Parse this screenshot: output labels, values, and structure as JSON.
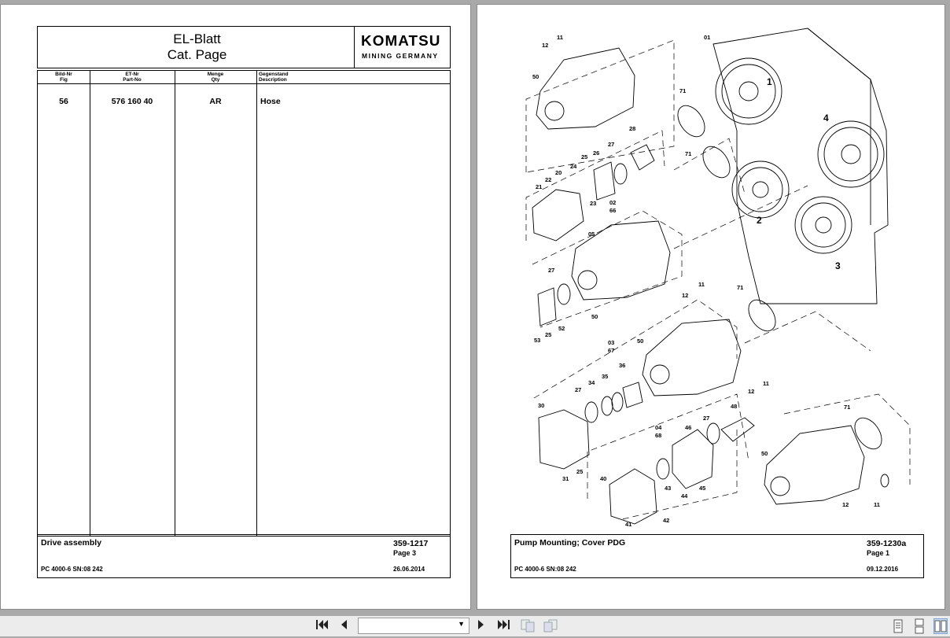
{
  "left_page": {
    "title_line1": "EL-Blatt",
    "title_line2": "Cat. Page",
    "logo_brand": "KOMATSU",
    "logo_sub": "MINING GERMANY",
    "columns": [
      {
        "de": "Bild-Nr",
        "en": "Fig"
      },
      {
        "de": "ET-Nr",
        "en": "Part-No"
      },
      {
        "de": "Menge",
        "en": "Qty"
      },
      {
        "de": "Gegenstand",
        "en": "Description"
      }
    ],
    "rows": [
      {
        "fig": "56",
        "part_no": "576 160 40",
        "qty": "AR",
        "description": "Hose"
      }
    ],
    "footer": {
      "title": "Drive assembly",
      "code": "359-1217",
      "page": "Page 3",
      "model": "PC 4000-6 SN:08 242",
      "date": "26.06.2014"
    }
  },
  "right_page": {
    "footer": {
      "title": "Pump Mounting; Cover PDG",
      "code": "359-1230a",
      "page": "Page 1",
      "model": "PC 4000-6 SN:08 242",
      "date": "09.12.2016"
    },
    "diagram_labels": [
      "01",
      "1",
      "2",
      "3",
      "4",
      "71",
      "71",
      "71",
      "71",
      "11",
      "12",
      "50",
      "28",
      "27",
      "26",
      "25",
      "24",
      "22",
      "21",
      "20",
      "23",
      "02",
      "66",
      "05",
      "27",
      "11",
      "12",
      "50",
      "52",
      "53",
      "25",
      "03",
      "67",
      "50",
      "36",
      "35",
      "34",
      "27",
      "30",
      "25",
      "31",
      "11",
      "12",
      "04",
      "68",
      "46",
      "27",
      "48",
      "40",
      "43",
      "44",
      "45",
      "41",
      "42",
      "50",
      "12",
      "11"
    ]
  },
  "toolbar": {
    "first_icon": "first-page-icon",
    "prev_icon": "previous-page-icon",
    "next_icon": "next-page-icon",
    "last_icon": "last-page-icon",
    "page_select_value": "",
    "colors": {
      "selected_view": "#cfe0f5"
    }
  }
}
